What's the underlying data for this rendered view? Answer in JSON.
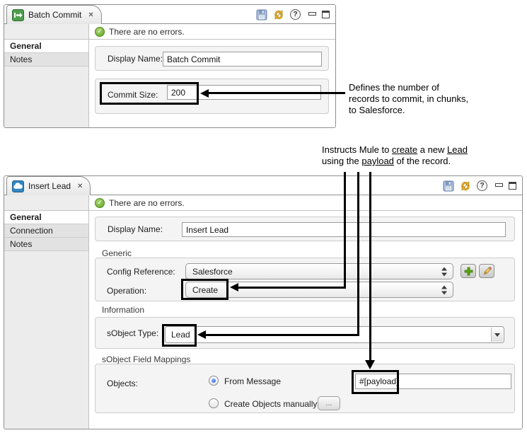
{
  "colors": {
    "highlight_box": "#000000",
    "status_ok_green": "#61a527",
    "batch_icon_green": "#4e9e4e",
    "salesforce_icon_blue": "#3387c2",
    "add_icon_green": "#58a414",
    "sync_icon_yellow": "#f0b429"
  },
  "icons": {
    "check_glyph": "✓",
    "help_glyph": "?"
  },
  "panel1": {
    "tab_title": "Batch Commit",
    "close_glyph": "✕",
    "status_message": "There are no errors.",
    "sidebar": {
      "items": [
        {
          "label": "General",
          "selected": true
        },
        {
          "label": "Notes",
          "selected": false
        }
      ]
    },
    "fields": {
      "display_name": {
        "label": "Display Name:",
        "value": "Batch Commit"
      },
      "commit_size": {
        "label": "Commit Size:",
        "value": "200"
      }
    }
  },
  "panel2": {
    "tab_title": "Insert Lead",
    "close_glyph": "✕",
    "status_message": "There are no errors.",
    "sidebar": {
      "items": [
        {
          "label": "General",
          "selected": true
        },
        {
          "label": "Connection",
          "selected": false
        },
        {
          "label": "Notes",
          "selected": false
        }
      ]
    },
    "fields": {
      "display_name": {
        "label": "Display Name:",
        "value": "Insert Lead"
      }
    },
    "sections": {
      "generic": {
        "title": "Generic",
        "config_reference": {
          "label": "Config Reference:",
          "value": "Salesforce"
        },
        "operation": {
          "label": "Operation:",
          "value": "Create"
        }
      },
      "information": {
        "title": "Information",
        "sobject_type": {
          "label": "sObject Type:",
          "value": "Lead"
        }
      },
      "mappings": {
        "title": "sObject Field Mappings",
        "objects_label": "Objects:",
        "from_message": {
          "label": "From Message",
          "selected": true
        },
        "payload_value": "#[payload]",
        "create_manually": {
          "label": "Create Objects manually",
          "selected": false
        },
        "ellipsis_label": "..."
      }
    }
  },
  "annotations": {
    "commit_size_note": {
      "lines": [
        "Defines the number of",
        "records to commit, in chunks,",
        "to Salesforce."
      ]
    },
    "create_note": {
      "line1": [
        {
          "t": "Instructs Mule to "
        },
        {
          "t": "create",
          "u": true
        },
        {
          "t": " a new "
        },
        {
          "t": "Lead",
          "u": true
        }
      ],
      "line2": [
        {
          "t": "using the "
        },
        {
          "t": "payload",
          "u": true
        },
        {
          "t": " of the record."
        }
      ]
    }
  }
}
